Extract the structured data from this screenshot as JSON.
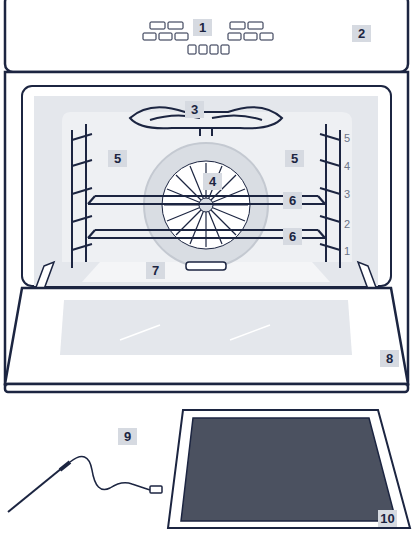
{
  "diagram": {
    "labels": [
      "1",
      "2",
      "3",
      "5",
      "5",
      "5",
      "4",
      "4",
      "3",
      "6",
      "2",
      "6",
      "1",
      "7",
      "8",
      "9",
      "10"
    ]
  }
}
